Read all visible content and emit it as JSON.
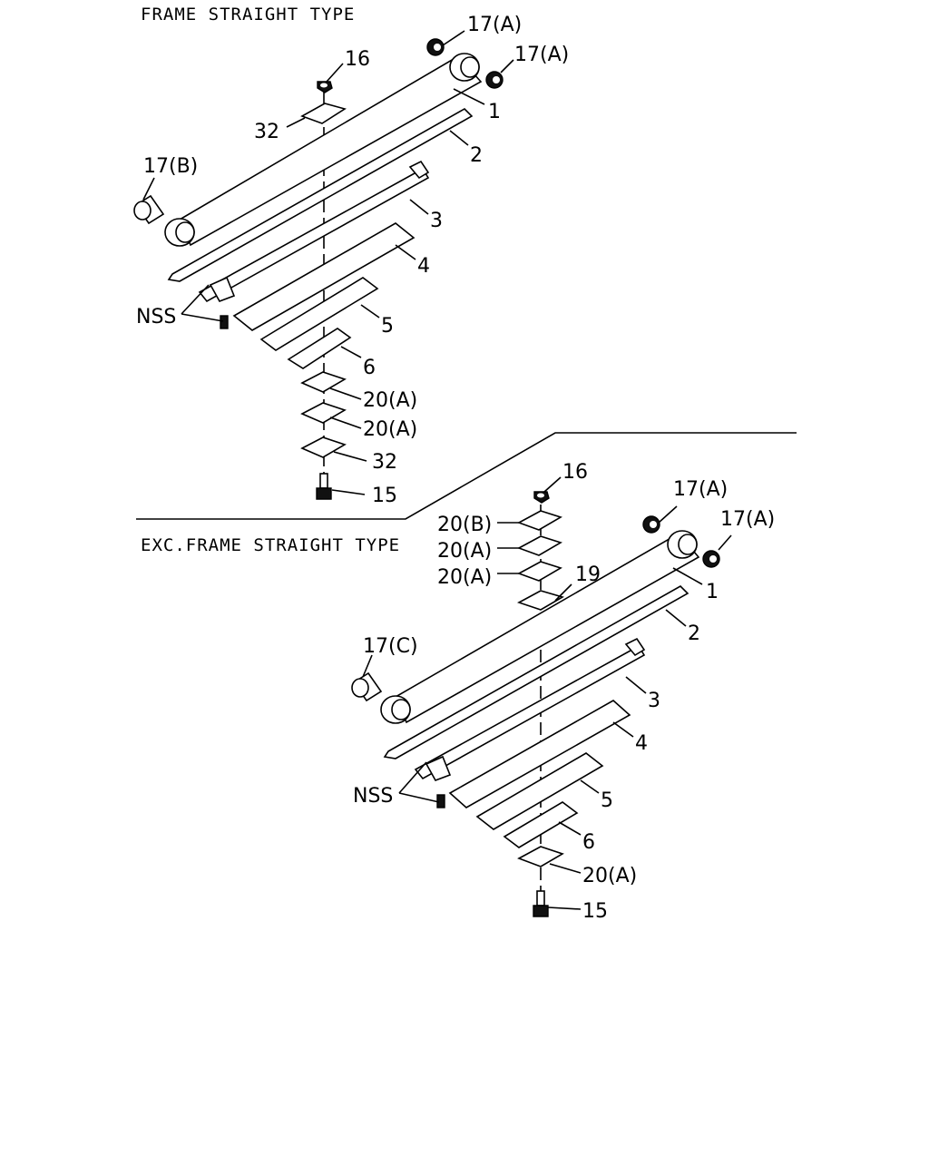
{
  "sections": {
    "top_title": "FRAME STRAIGHT TYPE",
    "bottom_title": "EXC.FRAME STRAIGHT TYPE"
  },
  "top_labels": {
    "l16": "16",
    "l17a_1": "17(A)",
    "l17a_2": "17(A)",
    "l32_top": "32",
    "l1": "1",
    "l2": "2",
    "l17b": "17(B)",
    "l3": "3",
    "l4": "4",
    "lnss": "NSS",
    "l5": "5",
    "l6": "6",
    "l20a_1": "20(A)",
    "l20a_2": "20(A)",
    "l32_bot": "32",
    "l15": "15"
  },
  "bottom_labels": {
    "l16": "16",
    "l17a_1": "17(A)",
    "l17a_2": "17(A)",
    "l20b": "20(B)",
    "l20a_1": "20(A)",
    "l20a_2": "20(A)",
    "l19": "19",
    "l1": "1",
    "l2": "2",
    "l17c": "17(C)",
    "l3": "3",
    "l4": "4",
    "lnss": "NSS",
    "l5": "5",
    "l6": "6",
    "l20a_3": "20(A)",
    "l15": "15"
  }
}
